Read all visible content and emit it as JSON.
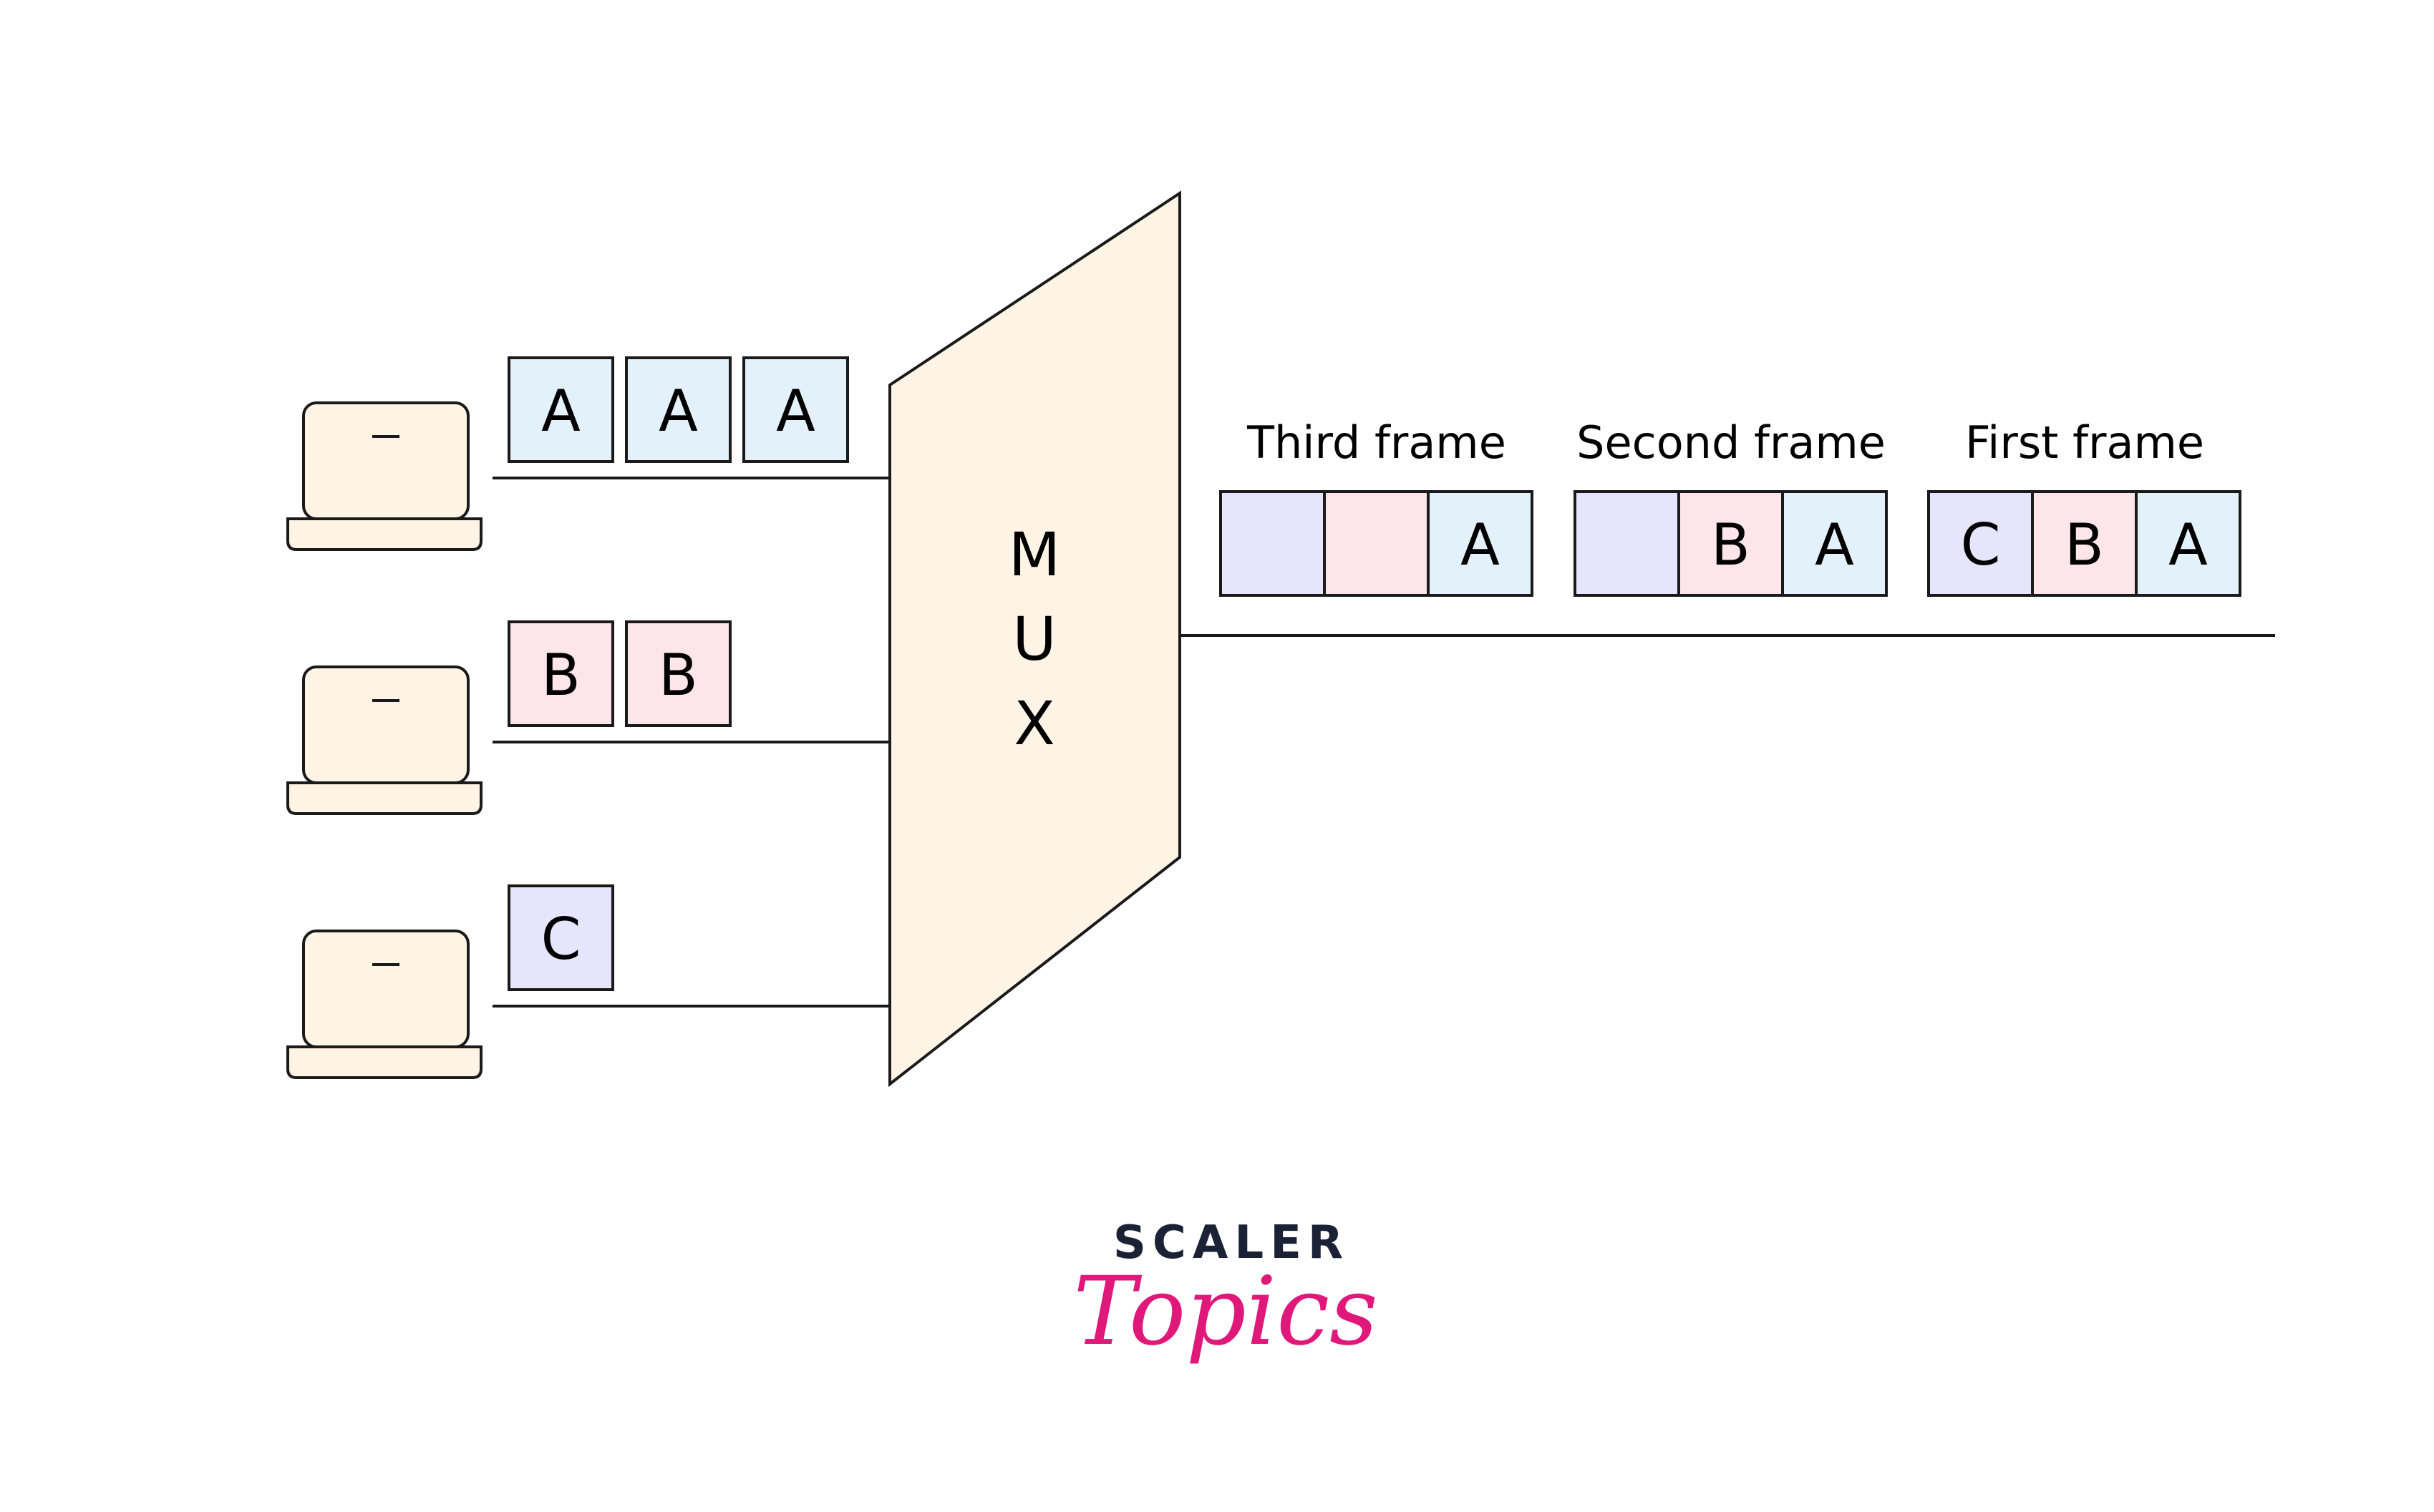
{
  "colors": {
    "A": "#e3f1fb",
    "B": "#fde6ea",
    "C": "#e7e5fb",
    "mux": "#fdf4e6",
    "computer": "#fdf4e6",
    "stroke": "#1a1a1a",
    "logo_dark": "#1b2236",
    "logo_accent": "#e0187a"
  },
  "inputs": [
    {
      "icon": "laptop-icon",
      "packets": [
        "A",
        "A",
        "A"
      ]
    },
    {
      "icon": "laptop-icon",
      "packets": [
        "B",
        "B"
      ]
    },
    {
      "icon": "laptop-icon",
      "packets": [
        "C"
      ]
    }
  ],
  "mux": {
    "letters": [
      "M",
      "U",
      "X"
    ]
  },
  "frames": [
    {
      "title": "Third frame",
      "cells": [
        {
          "fill": "C",
          "label": ""
        },
        {
          "fill": "B",
          "label": ""
        },
        {
          "fill": "A",
          "label": "A"
        }
      ]
    },
    {
      "title": "Second frame",
      "cells": [
        {
          "fill": "C",
          "label": ""
        },
        {
          "fill": "B",
          "label": "B"
        },
        {
          "fill": "A",
          "label": "A"
        }
      ]
    },
    {
      "title": "First frame",
      "cells": [
        {
          "fill": "C",
          "label": "C"
        },
        {
          "fill": "B",
          "label": "B"
        },
        {
          "fill": "A",
          "label": "A"
        }
      ]
    }
  ],
  "logo": {
    "top": "SCALER",
    "bottom": "Topics"
  }
}
